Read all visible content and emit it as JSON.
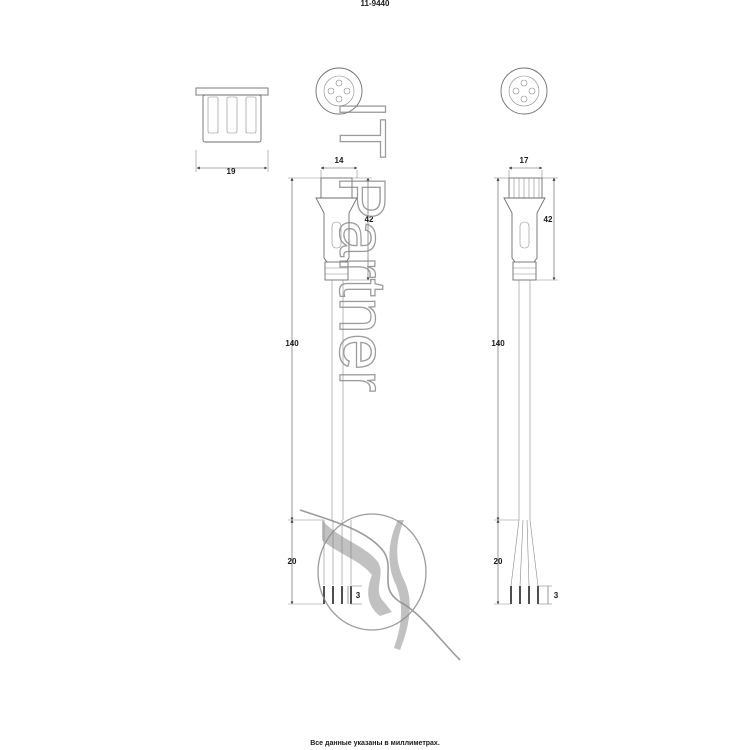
{
  "drawing": {
    "part_number": "11-9440",
    "watermark": "IT Partner",
    "footer_note": "Все данные указаны в миллиметрах.",
    "dimensions": {
      "cap_width": "19",
      "left_body_width": "14",
      "right_body_width": "17",
      "left_connector_length": "42",
      "right_connector_length": "42",
      "left_total_length": "140",
      "right_total_length": "140",
      "left_wire_length": "20",
      "right_wire_length": "20",
      "left_strip_length": "3",
      "right_strip_length": "3"
    }
  }
}
